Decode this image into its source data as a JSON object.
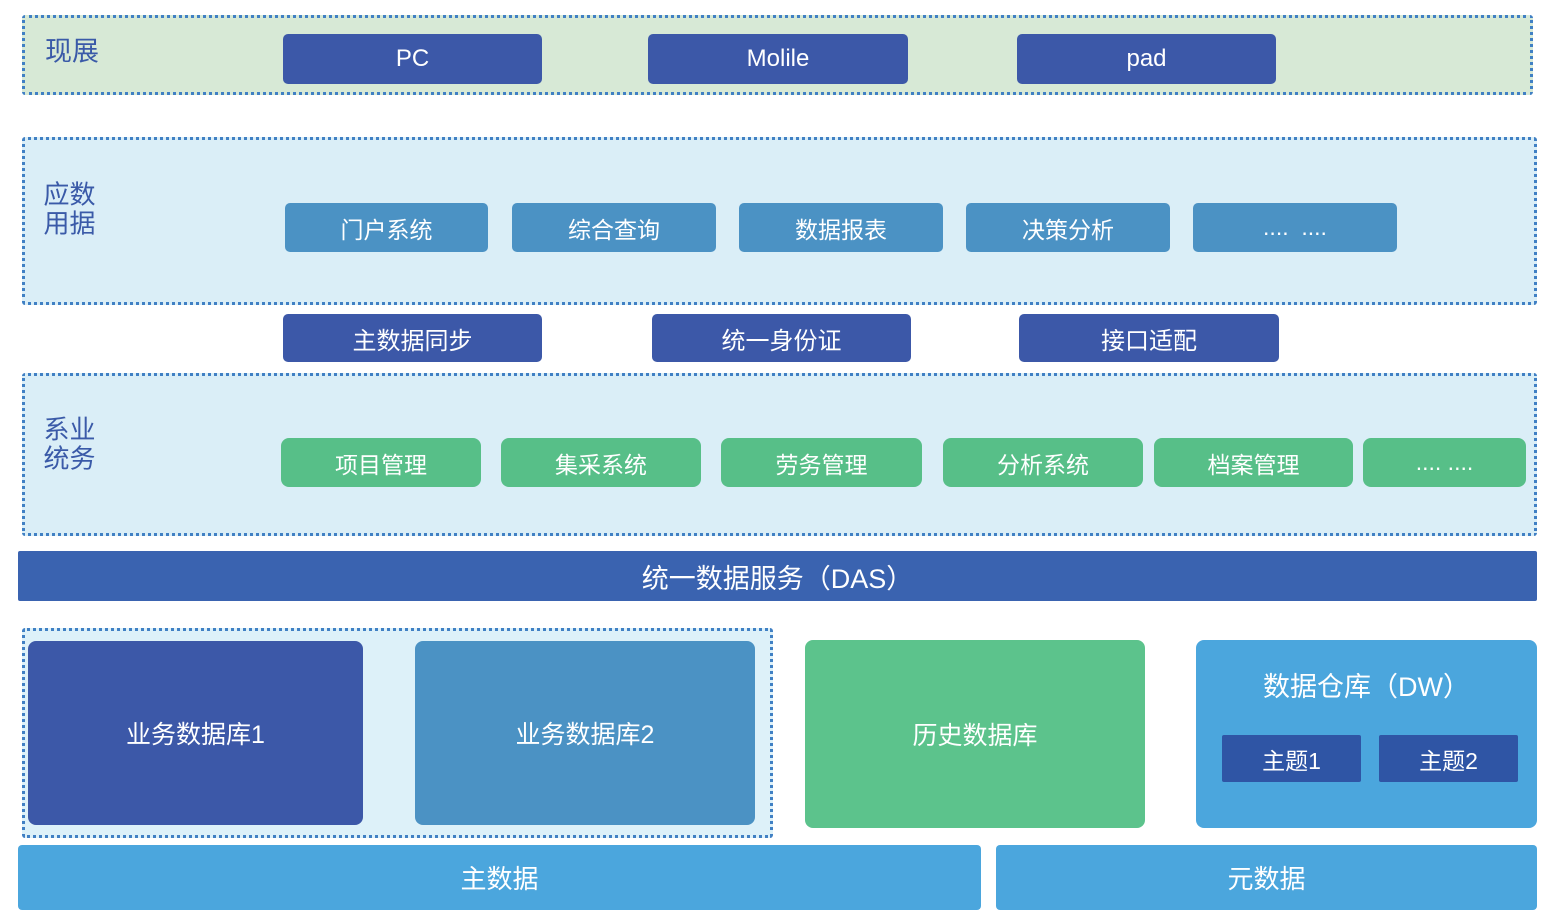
{
  "colors": {
    "dark_blue_button": "#3c58a8",
    "das_bar_blue": "#3a63b0",
    "mid_blue_button": "#4b92c4",
    "green_button": "#57bf88",
    "history_green": "#5cc38c",
    "light_blue_box": "#4ba6dd",
    "topic_navy": "#2f55a5",
    "presentation_bg": "#d7e9d6",
    "section_bg": "#daeef7",
    "dotted_border": "#4080c4",
    "section_label_text": "#3a5aa8"
  },
  "presentation": {
    "label": "展现",
    "items": [
      "PC",
      "Molile",
      "pad"
    ]
  },
  "data_application": {
    "label": "数据应用",
    "items": [
      "门户系统",
      "综合查询",
      "数据报表",
      "决策分析",
      "....  ...."
    ]
  },
  "middleware": {
    "items": [
      "主数据同步",
      "统一身份证",
      "接口适配"
    ]
  },
  "business_system": {
    "label": "业务系统",
    "items": [
      "项目管理",
      "集采系统",
      "劳务管理",
      "分析系统",
      "档案管理",
      ".... ...."
    ]
  },
  "das": {
    "label": "统一数据服务（DAS）"
  },
  "data_layer": {
    "business_db1": "业务数据库1",
    "business_db2": "业务数据库2",
    "history_db": "历史数据库",
    "warehouse_title": "数据仓库（DW）",
    "topics": [
      "主题1",
      "主题2"
    ]
  },
  "foundation": {
    "master_data": "主数据",
    "meta_data": "元数据"
  }
}
